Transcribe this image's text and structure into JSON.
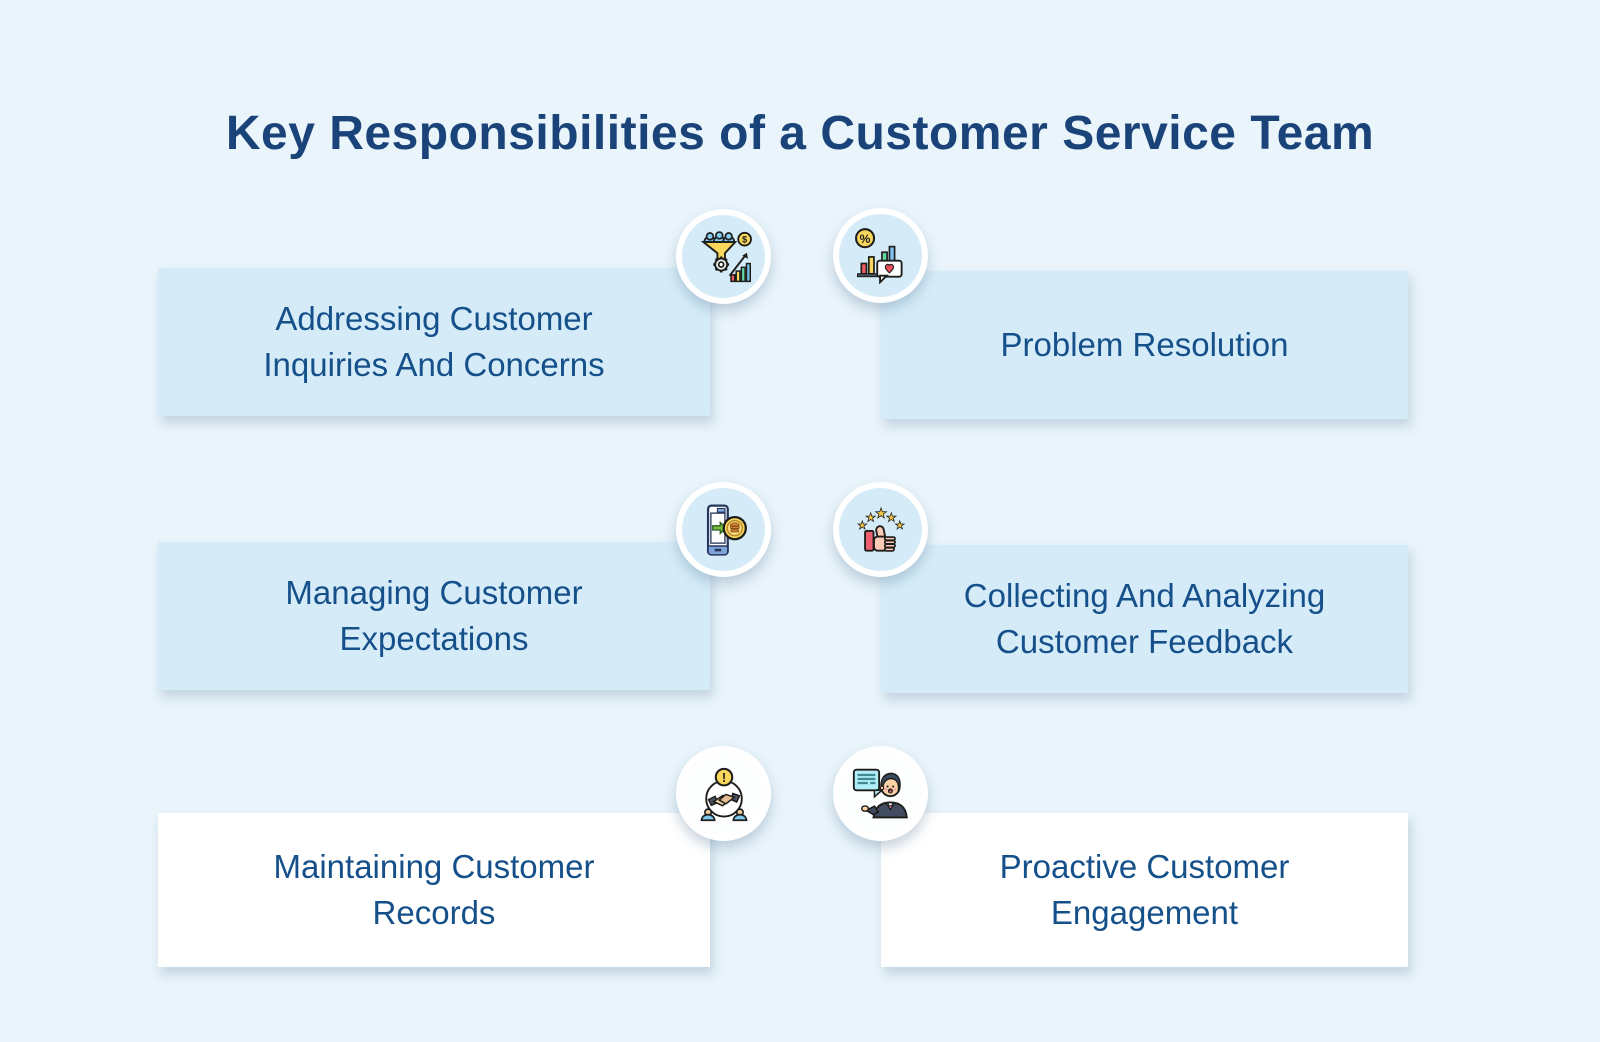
{
  "title": "Key Responsibilities of a Customer Service Team",
  "colors": {
    "background": "#e9f4fb",
    "card_blue": "#d5ecf8",
    "card_white": "#ffffff",
    "title_text": "#1a4379",
    "card_text": "#15508a",
    "badge_ring": "#ffffff"
  },
  "cards": [
    {
      "id": "addressing-customer-inquiries",
      "variant": "blue",
      "icon": "sales-funnel-analytics-icon",
      "lines": [
        "Addressing Customer",
        "Inquiries And Concerns"
      ]
    },
    {
      "id": "problem-resolution",
      "variant": "blue",
      "icon": "percent-feedback-chart-icon",
      "lines": [
        "Problem Resolution"
      ]
    },
    {
      "id": "managing-customer-expectations",
      "variant": "blue",
      "icon": "mobile-order-coin-icon",
      "lines": [
        "Managing Customer",
        "Expectations"
      ]
    },
    {
      "id": "collecting-analyzing-feedback",
      "variant": "blue",
      "icon": "five-star-thumbs-up-icon",
      "lines": [
        "Collecting And Analyzing",
        "Customer Feedback"
      ]
    },
    {
      "id": "maintaining-customer-records",
      "variant": "white",
      "icon": "handshake-alert-icon",
      "lines": [
        "Maintaining Customer",
        "Records"
      ]
    },
    {
      "id": "proactive-customer-engagement",
      "variant": "white",
      "icon": "agent-speech-bubble-icon",
      "lines": [
        "Proactive Customer",
        "Engagement"
      ]
    }
  ]
}
